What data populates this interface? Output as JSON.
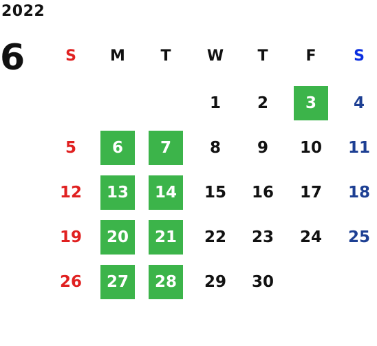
{
  "year": "2022",
  "month": "6",
  "weekdays": [
    "S",
    "M",
    "T",
    "W",
    "T",
    "F",
    "S"
  ],
  "days": [
    "",
    "",
    "",
    "1",
    "2",
    "3",
    "4",
    "5",
    "6",
    "7",
    "8",
    "9",
    "10",
    "11",
    "12",
    "13",
    "14",
    "15",
    "16",
    "17",
    "18",
    "19",
    "20",
    "21",
    "22",
    "23",
    "24",
    "25",
    "26",
    "27",
    "28",
    "29",
    "30",
    "",
    ""
  ],
  "highlighted_days": [
    "3",
    "6",
    "7",
    "13",
    "14",
    "20",
    "21",
    "27",
    "28"
  ],
  "colors": {
    "highlight": "#3cb44a",
    "sunday": "#e02020",
    "saturday_header": "#0a2ee0",
    "saturday": "#1d3f93",
    "text": "#111111"
  }
}
